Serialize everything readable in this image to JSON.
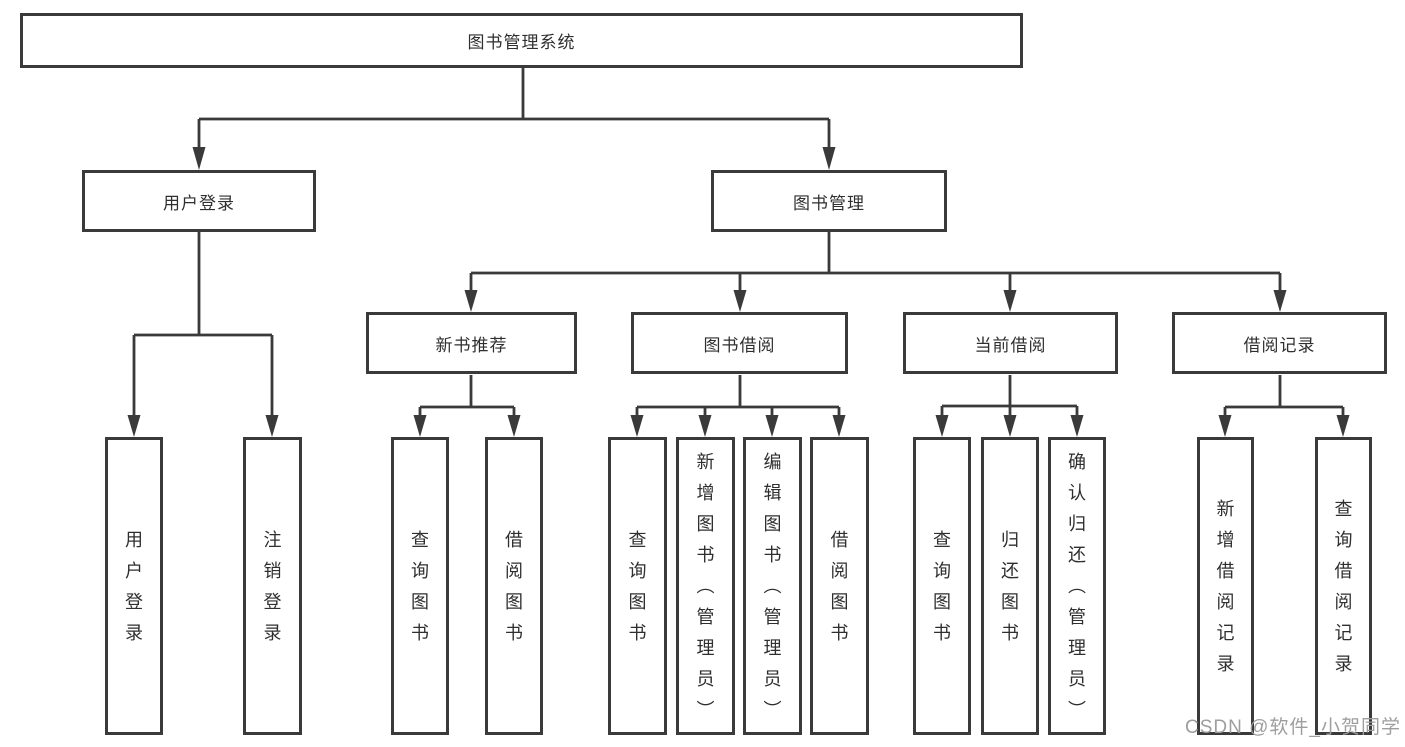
{
  "diagram": {
    "title": "图书管理系统",
    "nodes": {
      "root": {
        "label": "图书管理系统"
      },
      "level1": [
        {
          "label": "用户登录"
        },
        {
          "label": "图书管理"
        }
      ],
      "level2": [
        {
          "label": "新书推荐"
        },
        {
          "label": "图书借阅"
        },
        {
          "label": "当前借阅"
        },
        {
          "label": "借阅记录"
        }
      ],
      "leaves": {
        "user_login": [
          "用户登录",
          "注销登录"
        ],
        "new_books": [
          "查询图书",
          "借阅图书"
        ],
        "book_borrow": [
          "查询图书",
          "新增图书（管理员）",
          "编辑图书（管理员）",
          "借阅图书"
        ],
        "current_borrow": [
          "查询图书",
          "归还图书",
          "确认归还（管理员）"
        ],
        "borrow_records": [
          "新增借阅记录",
          "查询借阅记录"
        ]
      }
    }
  },
  "watermark": "CSDN @软件_小贺同学",
  "colors": {
    "line": "#3a3a3a",
    "text": "#2f2f2f",
    "background": "#ffffff",
    "watermark": "#9e9e9e"
  }
}
